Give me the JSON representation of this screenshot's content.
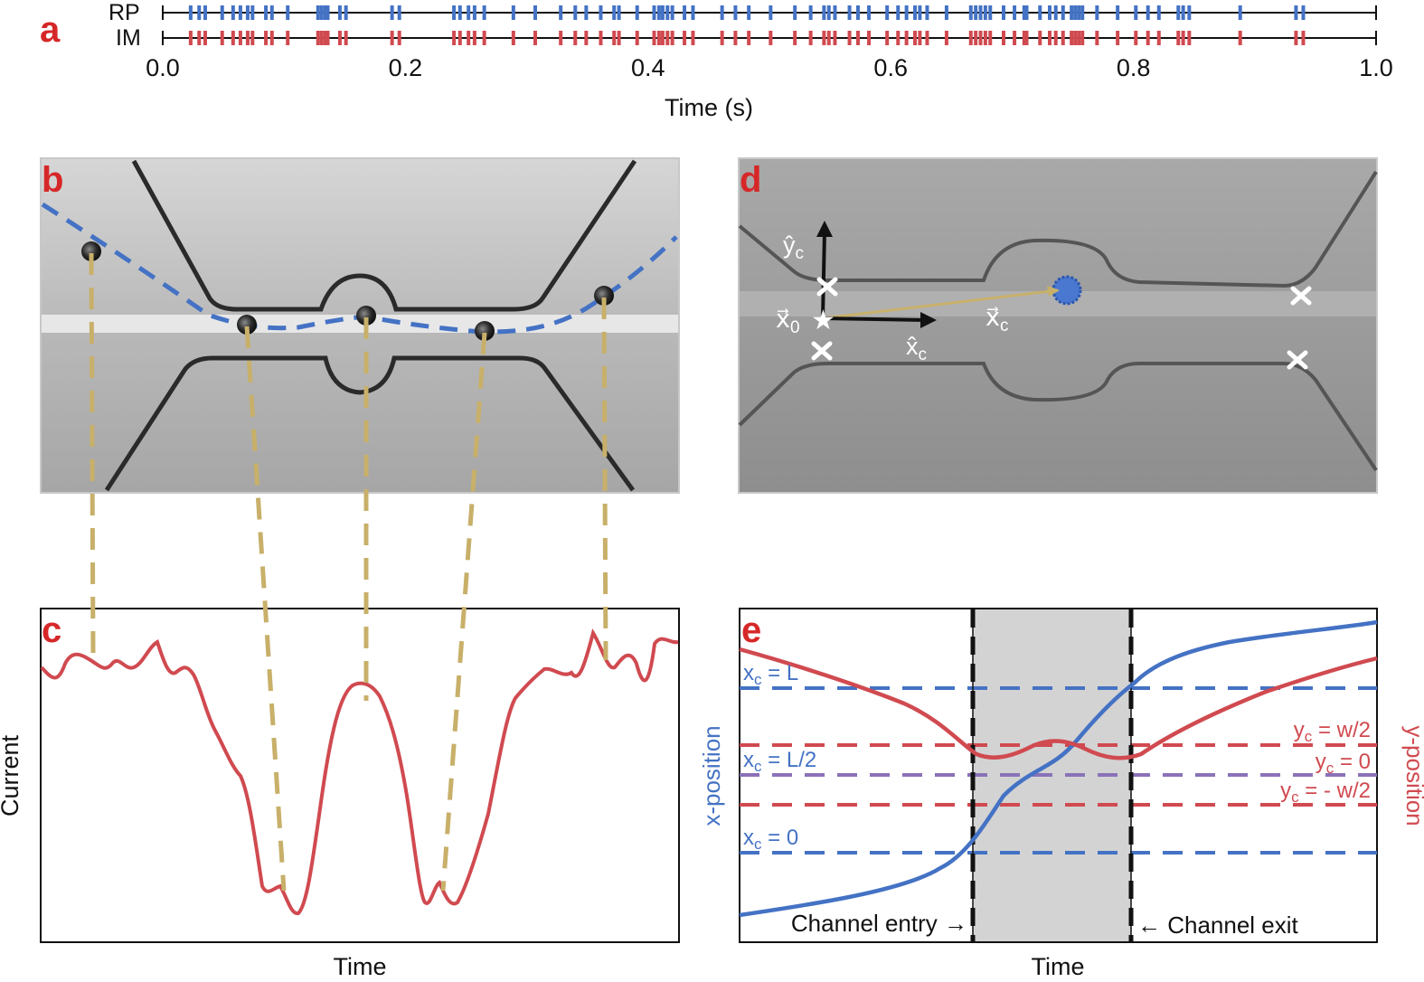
{
  "panel_labels": {
    "a": "a",
    "b": "b",
    "c": "c",
    "d": "d",
    "e": "e"
  },
  "colors": {
    "blue": "#4472c4",
    "red": "#d04a50",
    "gold": "#c8b06a",
    "purple": "#8a72b8",
    "label_red": "#d62728"
  },
  "panel_a": {
    "rows": [
      "RP",
      "IM"
    ],
    "xlabel": "Time (s)",
    "ticks": [
      "0.0",
      "0.2",
      "0.4",
      "0.6",
      "0.8",
      "1.0"
    ],
    "xlim": [
      0.0,
      1.0
    ],
    "events_s": [
      0.023,
      0.03,
      0.035,
      0.049,
      0.058,
      0.064,
      0.07,
      0.074,
      0.085,
      0.09,
      0.103,
      0.128,
      0.131,
      0.134,
      0.136,
      0.146,
      0.151,
      0.189,
      0.195,
      0.24,
      0.245,
      0.252,
      0.257,
      0.265,
      0.289,
      0.307,
      0.328,
      0.34,
      0.349,
      0.361,
      0.372,
      0.376,
      0.391,
      0.405,
      0.409,
      0.412,
      0.416,
      0.42,
      0.43,
      0.437,
      0.461,
      0.472,
      0.483,
      0.501,
      0.521,
      0.534,
      0.545,
      0.549,
      0.554,
      0.566,
      0.573,
      0.582,
      0.597,
      0.606,
      0.613,
      0.62,
      0.624,
      0.63,
      0.646,
      0.666,
      0.67,
      0.674,
      0.678,
      0.682,
      0.693,
      0.702,
      0.712,
      0.71,
      0.723,
      0.731,
      0.736,
      0.742,
      0.749,
      0.752,
      0.755,
      0.758,
      0.77,
      0.787,
      0.802,
      0.812,
      0.821,
      0.837,
      0.841,
      0.846,
      0.888,
      0.934,
      0.94
    ]
  },
  "panel_c": {
    "xlabel": "Time",
    "ylabel": "Current"
  },
  "panel_d": {
    "yhat": "ŷ",
    "xhat": "x̂",
    "x0": "x⃗",
    "xc": "x⃗",
    "sub_c": "c",
    "sub_0": "0"
  },
  "panel_e": {
    "xlabel": "Time",
    "ylabel_left": "x-position",
    "ylabel_right": "y-position",
    "xc_labels": [
      {
        "main": "x",
        "sub": "c",
        "rest": " = L"
      },
      {
        "main": "x",
        "sub": "c",
        "rest": " = L/2"
      },
      {
        "main": "x",
        "sub": "c",
        "rest": " = 0"
      }
    ],
    "yc_labels": [
      {
        "main": "y",
        "sub": "c",
        "rest": " = w/2"
      },
      {
        "main": "y",
        "sub": "c",
        "rest": " = 0"
      },
      {
        "main": "y",
        "sub": "c",
        "rest": " = - w/2"
      }
    ],
    "entry_label": "Channel entry →",
    "exit_label": "← Channel exit"
  }
}
